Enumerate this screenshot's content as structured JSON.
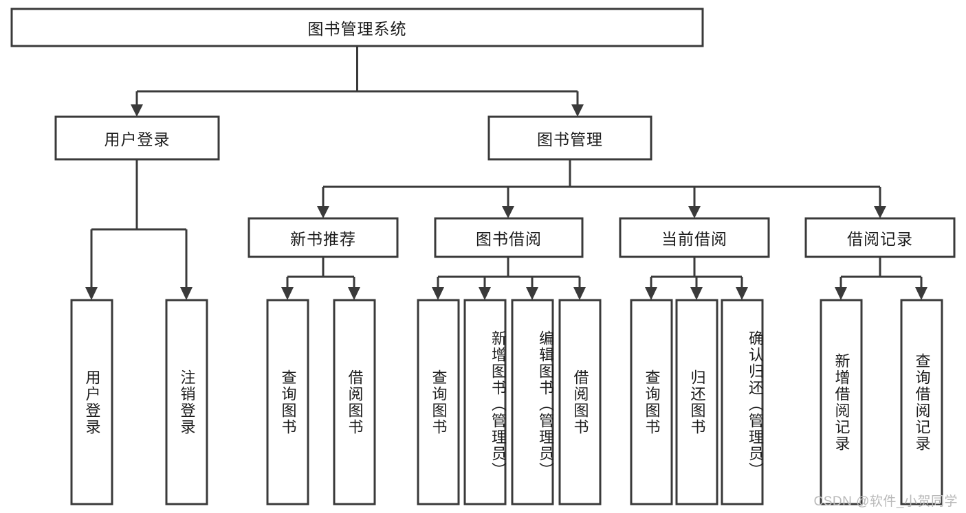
{
  "diagram": {
    "title": "图书管理系统",
    "type": "hierarchy-tree",
    "watermark": "CSDN @软件_小贺同学",
    "colors": {
      "box_stroke": "#3a3a3a",
      "box_fill": "#ffffff",
      "connector": "#3a3a3a",
      "text": "#1c1c1c",
      "watermark": "#b9b9b9",
      "background": "#ffffff"
    },
    "root": {
      "label": "图书管理系统"
    },
    "level2": [
      {
        "label": "用户登录"
      },
      {
        "label": "图书管理"
      }
    ],
    "level3": [
      {
        "label": "新书推荐"
      },
      {
        "label": "图书借阅"
      },
      {
        "label": "当前借阅"
      },
      {
        "label": "借阅记录"
      }
    ],
    "leaves": {
      "user_login": [
        {
          "label": "用户登录"
        },
        {
          "label": "注销登录"
        }
      ],
      "new_book_recommend": [
        {
          "label": "查询图书"
        },
        {
          "label": "借阅图书"
        }
      ],
      "book_borrow": [
        {
          "label": "查询图书"
        },
        {
          "label": "新增图书（管理员）"
        },
        {
          "label": "编辑图书（管理员）"
        },
        {
          "label": "借阅图书"
        }
      ],
      "current_borrow": [
        {
          "label": "查询图书"
        },
        {
          "label": "归还图书"
        },
        {
          "label": "确认归还（管理员）"
        }
      ],
      "borrow_record": [
        {
          "label": "新增借阅记录"
        },
        {
          "label": "查询借阅记录"
        }
      ]
    }
  }
}
